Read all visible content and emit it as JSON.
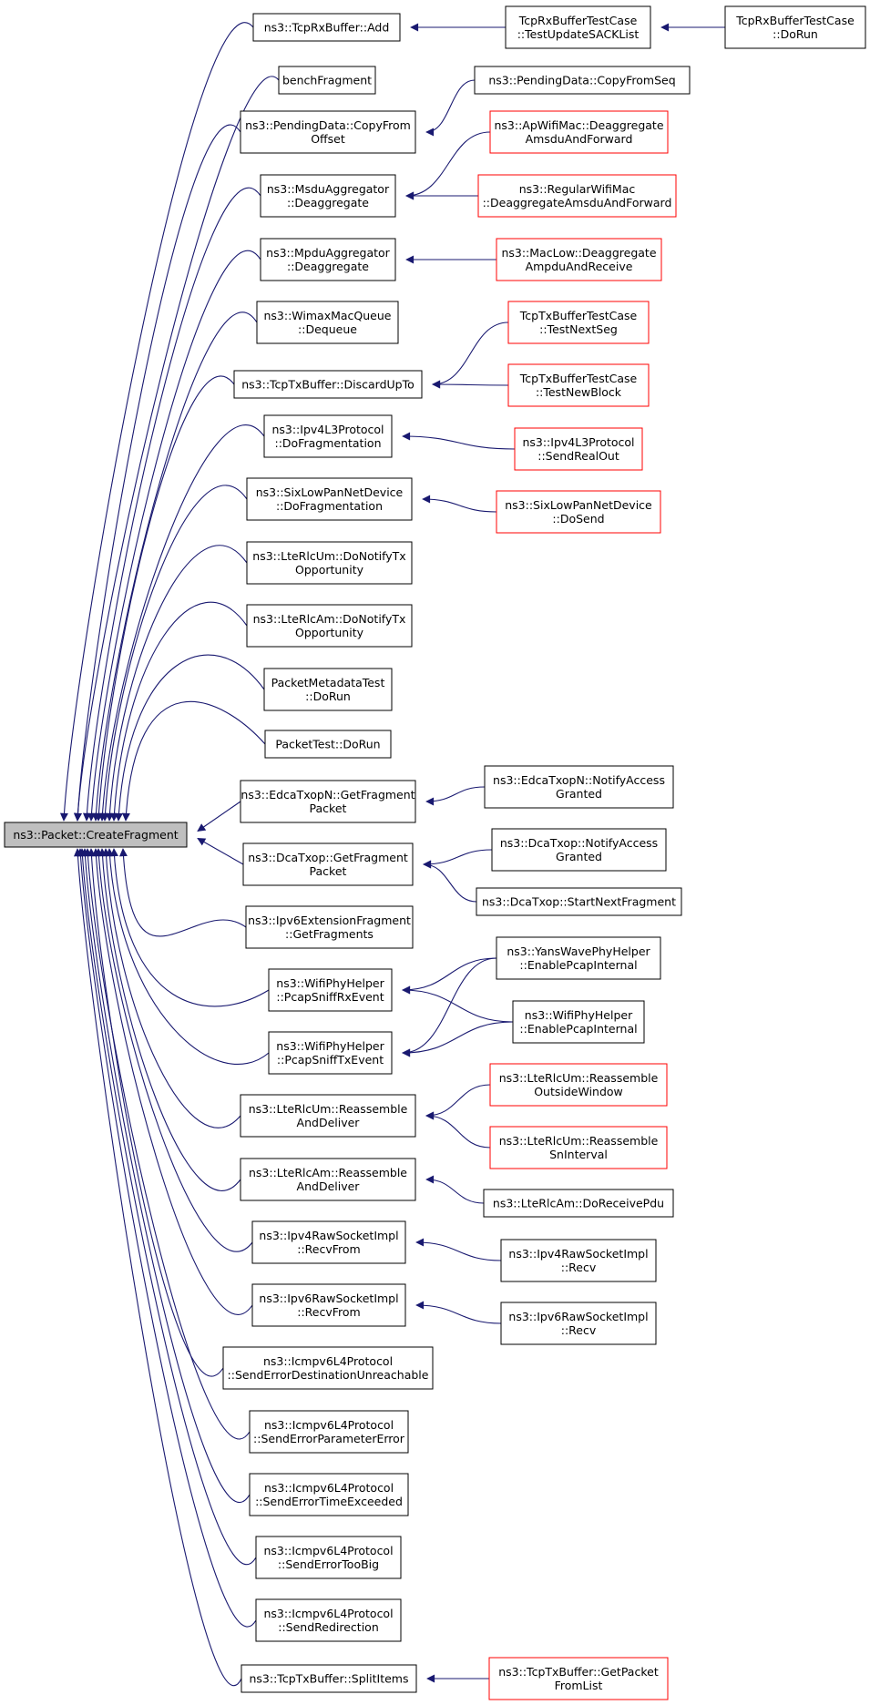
{
  "root": "ns3::Packet::CreateFragment",
  "colors": {
    "edge": "#191970",
    "node_border": "#000000",
    "truncated_border": "#ff0000",
    "root_fill": "#bfbfbf"
  },
  "nodes": {
    "root": {
      "lines": [
        "ns3::Packet::CreateFragment"
      ]
    },
    "rxadd": {
      "lines": [
        "ns3::TcpRxBuffer::Add"
      ]
    },
    "bench": {
      "lines": [
        "benchFragment"
      ]
    },
    "pdcfo": {
      "lines": [
        "ns3::PendingData::CopyFrom",
        "Offset"
      ]
    },
    "msdu": {
      "lines": [
        "ns3::MsduAggregator",
        "::Deaggregate"
      ]
    },
    "mpdu": {
      "lines": [
        "ns3::MpduAggregator",
        "::Deaggregate"
      ]
    },
    "wimax": {
      "lines": [
        "ns3::WimaxMacQueue",
        "::Dequeue"
      ]
    },
    "txdisc": {
      "lines": [
        "ns3::TcpTxBuffer::DiscardUpTo"
      ]
    },
    "ipv4frag": {
      "lines": [
        "ns3::Ipv4L3Protocol",
        "::DoFragmentation"
      ]
    },
    "sixfrag": {
      "lines": [
        "ns3::SixLowPanNetDevice",
        "::DoFragmentation"
      ]
    },
    "rlcum_notify": {
      "lines": [
        "ns3::LteRlcUm::DoNotifyTx",
        "Opportunity"
      ]
    },
    "rlcam_notify": {
      "lines": [
        "ns3::LteRlcAm::DoNotifyTx",
        "Opportunity"
      ]
    },
    "pmtest": {
      "lines": [
        "PacketMetadataTest",
        "::DoRun"
      ]
    },
    "ptest": {
      "lines": [
        "PacketTest::DoRun"
      ]
    },
    "edcafrag": {
      "lines": [
        "ns3::EdcaTxopN::GetFragment",
        "Packet"
      ]
    },
    "dcafrag": {
      "lines": [
        "ns3::DcaTxop::GetFragment",
        "Packet"
      ]
    },
    "ipv6ext": {
      "lines": [
        "ns3::Ipv6ExtensionFragment",
        "::GetFragments"
      ]
    },
    "sniffrx": {
      "lines": [
        "ns3::WifiPhyHelper",
        "::PcapSniffRxEvent"
      ]
    },
    "snifftx": {
      "lines": [
        "ns3::WifiPhyHelper",
        "::PcapSniffTxEvent"
      ]
    },
    "rlcum_reasm": {
      "lines": [
        "ns3::LteRlcUm::Reassemble",
        "AndDeliver"
      ]
    },
    "rlcam_reasm": {
      "lines": [
        "ns3::LteRlcAm::Reassemble",
        "AndDeliver"
      ]
    },
    "ipv4raw": {
      "lines": [
        "ns3::Ipv4RawSocketImpl",
        "::RecvFrom"
      ]
    },
    "ipv6raw": {
      "lines": [
        "ns3::Ipv6RawSocketImpl",
        "::RecvFrom"
      ]
    },
    "icmp_dest": {
      "lines": [
        "ns3::Icmpv6L4Protocol",
        "::SendErrorDestinationUnreachable"
      ]
    },
    "icmp_param": {
      "lines": [
        "ns3::Icmpv6L4Protocol",
        "::SendErrorParameterError"
      ]
    },
    "icmp_time": {
      "lines": [
        "ns3::Icmpv6L4Protocol",
        "::SendErrorTimeExceeded"
      ]
    },
    "icmp_big": {
      "lines": [
        "ns3::Icmpv6L4Protocol",
        "::SendErrorTooBig"
      ]
    },
    "icmp_redir": {
      "lines": [
        "ns3::Icmpv6L4Protocol",
        "::SendRedirection"
      ]
    },
    "txsplit": {
      "lines": [
        "ns3::TcpTxBuffer::SplitItems"
      ]
    },
    "rxsack": {
      "lines": [
        "TcpRxBufferTestCase",
        "::TestUpdateSACKList"
      ]
    },
    "rxdorun": {
      "lines": [
        "TcpRxBufferTestCase",
        "::DoRun"
      ]
    },
    "pdcfs": {
      "lines": [
        "ns3::PendingData::CopyFromSeq"
      ]
    },
    "apwifi": {
      "lines": [
        "ns3::ApWifiMac::Deaggregate",
        "AmsduAndForward"
      ]
    },
    "regwifi": {
      "lines": [
        "ns3::RegularWifiMac",
        "::DeaggregateAmsduAndForward"
      ]
    },
    "maclow": {
      "lines": [
        "ns3::MacLow::Deaggregate",
        "AmpduAndReceive"
      ]
    },
    "nextseg": {
      "lines": [
        "TcpTxBufferTestCase",
        "::TestNextSeg"
      ]
    },
    "newblock": {
      "lines": [
        "TcpTxBufferTestCase",
        "::TestNewBlock"
      ]
    },
    "sendreal": {
      "lines": [
        "ns3::Ipv4L3Protocol",
        "::SendRealOut"
      ]
    },
    "sixsend": {
      "lines": [
        "ns3::SixLowPanNetDevice",
        "::DoSend"
      ]
    },
    "edcanotify": {
      "lines": [
        "ns3::EdcaTxopN::NotifyAccess",
        "Granted"
      ]
    },
    "dcanotify": {
      "lines": [
        "ns3::DcaTxop::NotifyAccess",
        "Granted"
      ]
    },
    "dcanext": {
      "lines": [
        "ns3::DcaTxop::StartNextFragment"
      ]
    },
    "yans": {
      "lines": [
        "ns3::YansWavePhyHelper",
        "::EnablePcapInternal"
      ]
    },
    "wifipcap": {
      "lines": [
        "ns3::WifiPhyHelper",
        "::EnablePcapInternal"
      ]
    },
    "reasm_out": {
      "lines": [
        "ns3::LteRlcUm::Reassemble",
        "OutsideWindow"
      ]
    },
    "reasm_sn": {
      "lines": [
        "ns3::LteRlcUm::Reassemble",
        "SnInterval"
      ]
    },
    "rlcam_recv": {
      "lines": [
        "ns3::LteRlcAm::DoReceivePdu"
      ]
    },
    "ipv4recv": {
      "lines": [
        "ns3::Ipv4RawSocketImpl",
        "::Recv"
      ]
    },
    "ipv6recv": {
      "lines": [
        "ns3::Ipv6RawSocketImpl",
        "::Recv"
      ]
    },
    "getpkt": {
      "lines": [
        "ns3::TcpTxBuffer::GetPacket",
        "FromList"
      ]
    }
  }
}
